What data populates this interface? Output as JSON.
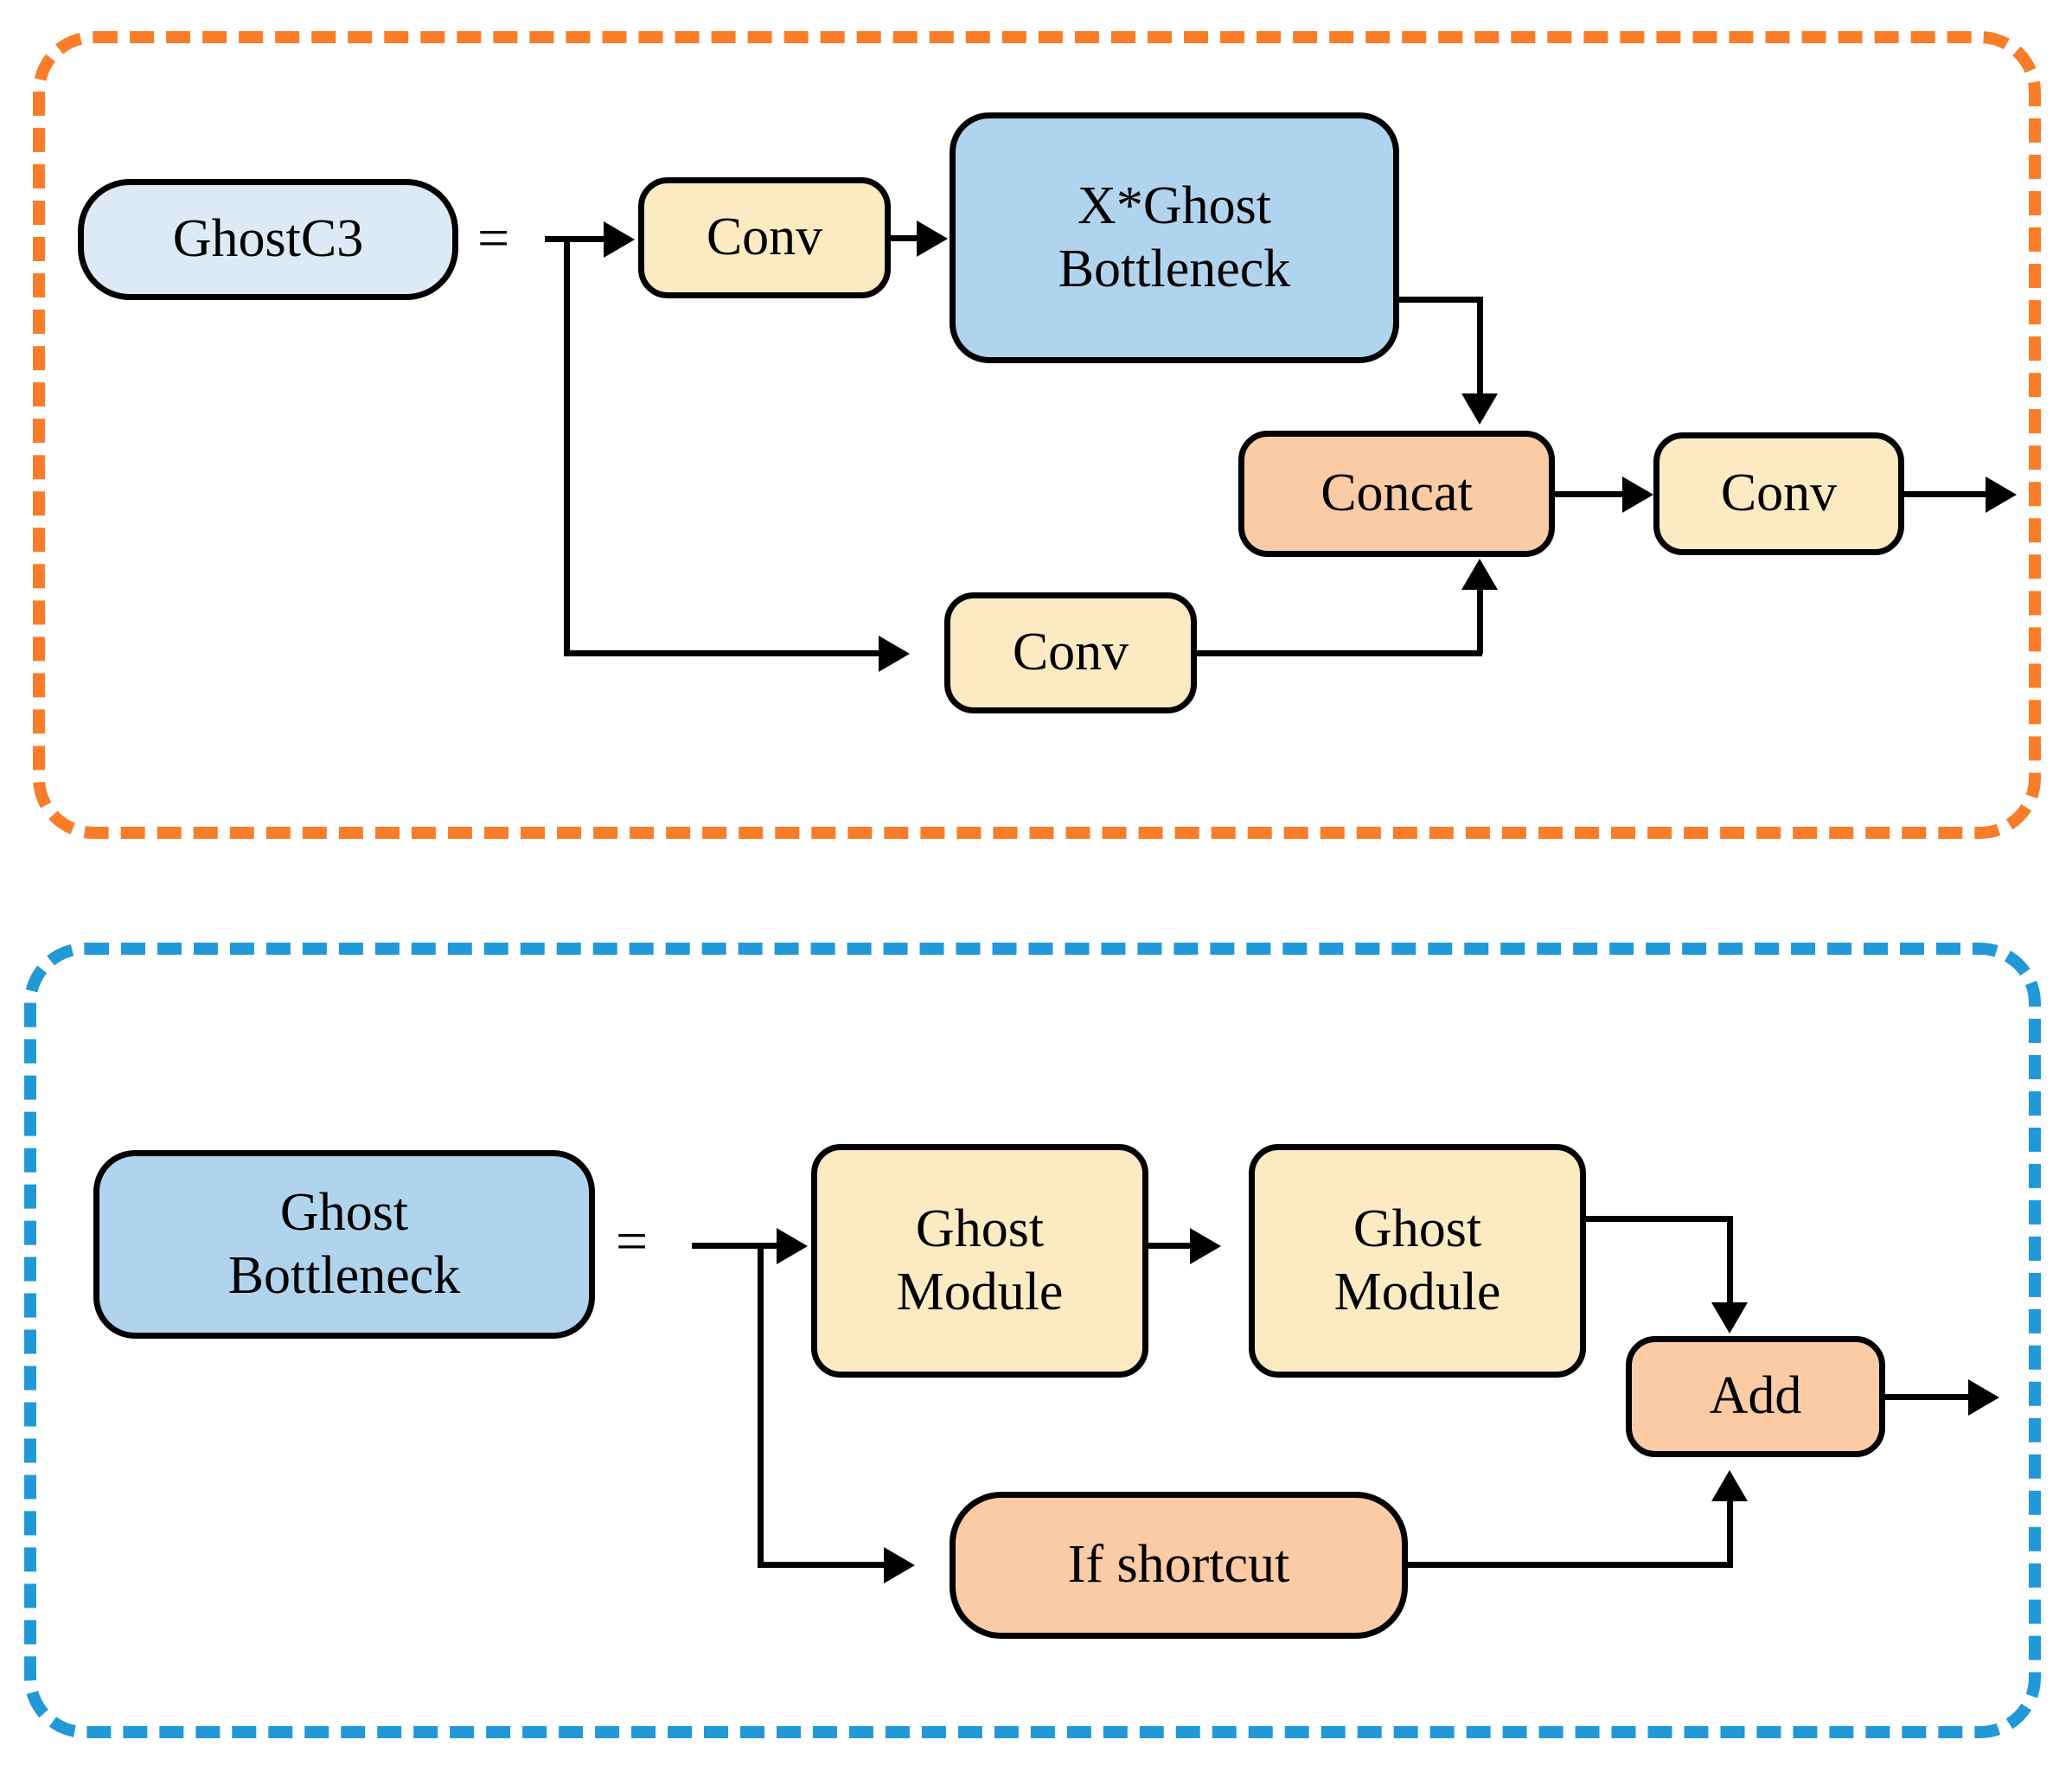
{
  "figure": {
    "panels": [
      {
        "id": "ghostc3-panel",
        "accent_color": "#F97D28",
        "definition_label": "GhostC3",
        "equals_symbol": "=",
        "nodes": [
          {
            "id": "ghostc3",
            "label": "GhostC3",
            "label_line2": "",
            "fill": "#DDEAF5",
            "kind": "definition"
          },
          {
            "id": "conv-top",
            "label": "Conv",
            "label_line2": "",
            "fill": "#FCEBC2",
            "kind": "op"
          },
          {
            "id": "xghost",
            "label": "X*Ghost",
            "label_line2": "Bottleneck",
            "fill": "#B1D4EE",
            "kind": "op"
          },
          {
            "id": "concat",
            "label": "Concat",
            "label_line2": "",
            "fill": "#FACBA5",
            "kind": "op"
          },
          {
            "id": "conv-out",
            "label": "Conv",
            "label_line2": "",
            "fill": "#FCEBC2",
            "kind": "op"
          },
          {
            "id": "conv-bottom",
            "label": "Conv",
            "label_line2": "",
            "fill": "#FCEBC2",
            "kind": "op"
          }
        ],
        "edges": [
          {
            "from": "ghostc3",
            "to": "conv-top"
          },
          {
            "from": "conv-top",
            "to": "xghost"
          },
          {
            "from": "xghost",
            "to": "concat"
          },
          {
            "from": "concat",
            "to": "conv-out"
          },
          {
            "from": "ghostc3",
            "to": "conv-bottom"
          },
          {
            "from": "conv-bottom",
            "to": "concat"
          },
          {
            "from": "conv-out",
            "to": "output"
          }
        ]
      },
      {
        "id": "ghost-bottleneck-panel",
        "accent_color": "#2199D8",
        "definition_label": "Ghost Bottleneck",
        "equals_symbol": "=",
        "nodes": [
          {
            "id": "ghostbn",
            "label": "Ghost",
            "label_line2": "Bottleneck",
            "fill": "#B1D4EE",
            "kind": "definition"
          },
          {
            "id": "gm1",
            "label": "Ghost",
            "label_line2": "Module",
            "fill": "#FCEBC2",
            "kind": "op"
          },
          {
            "id": "gm2",
            "label": "Ghost",
            "label_line2": "Module",
            "fill": "#FCEBC2",
            "kind": "op"
          },
          {
            "id": "add",
            "label": "Add",
            "label_line2": "",
            "fill": "#FACBA5",
            "kind": "op"
          },
          {
            "id": "ifshortcut",
            "label": "If shortcut",
            "label_line2": "",
            "fill": "#FACBA5",
            "kind": "op"
          }
        ],
        "edges": [
          {
            "from": "ghostbn",
            "to": "gm1"
          },
          {
            "from": "gm1",
            "to": "gm2"
          },
          {
            "from": "gm2",
            "to": "add"
          },
          {
            "from": "ghostbn",
            "to": "ifshortcut"
          },
          {
            "from": "ifshortcut",
            "to": "add"
          },
          {
            "from": "add",
            "to": "output"
          }
        ]
      }
    ],
    "colors": {
      "panel_orange": "#F97D28",
      "panel_blue": "#2199D8",
      "node_light_blue": "#DDEAF5",
      "node_blue": "#B1D4EE",
      "node_yellow": "#FCEBC2",
      "node_orange": "#FACBA5",
      "stroke": "#000000",
      "background": "#FFFFFF"
    }
  }
}
